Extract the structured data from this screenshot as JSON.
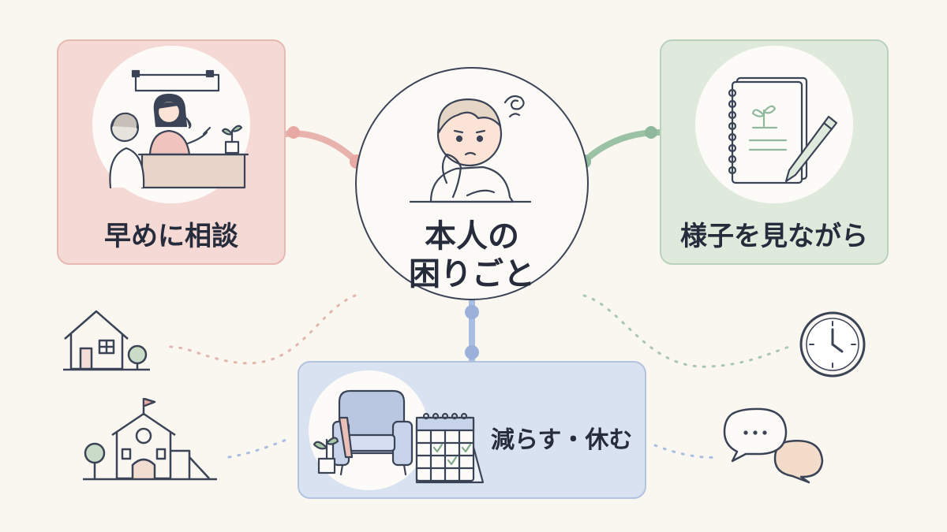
{
  "center": {
    "line1": "本人の",
    "line2": "困りごと",
    "icon": "thinking-child-icon"
  },
  "cards": {
    "consult": {
      "label": "早めに相談",
      "icon": "consultation-counter-icon",
      "color": "#f4d9d5"
    },
    "observe": {
      "label": "様子を見ながら",
      "icon": "notebook-pen-icon",
      "color": "#dfeadd"
    },
    "rest": {
      "label": "減らす・休む",
      "icon": "armchair-calendar-icon",
      "color": "#d9e2f0"
    }
  },
  "decorations": [
    "house-icon",
    "school-icon",
    "clock-icon",
    "speech-bubbles-icon"
  ],
  "colors": {
    "pink": "#e8b8b2",
    "green": "#9cc2a6",
    "blue": "#a9bde0",
    "ink": "#2c3344"
  }
}
